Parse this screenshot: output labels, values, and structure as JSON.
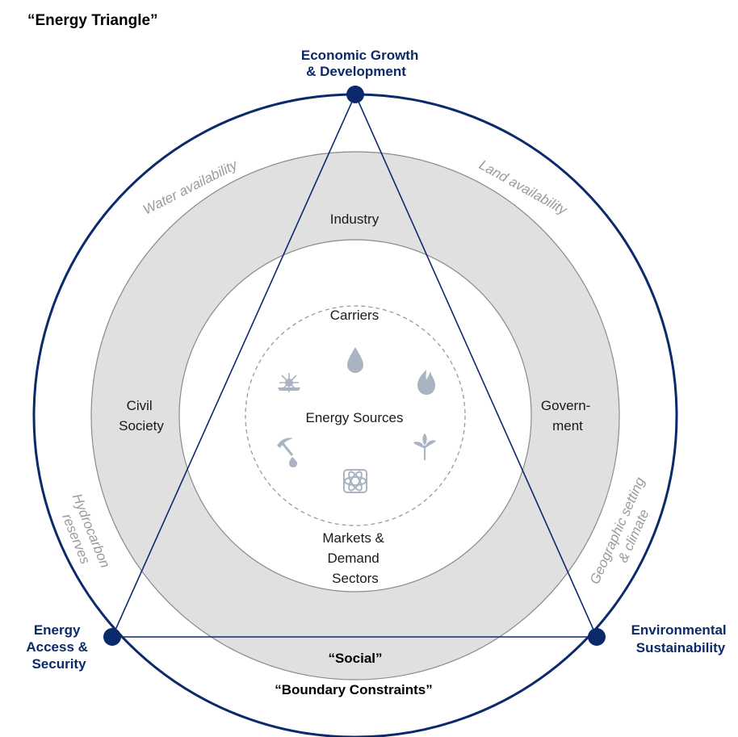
{
  "title": "“Energy Triangle”",
  "vertices": {
    "top": [
      "Economic Growth",
      "& Development"
    ],
    "left": [
      "Energy",
      "Access &",
      "Security"
    ],
    "right": [
      "Environmental",
      "Sustainability"
    ]
  },
  "ring_labels": {
    "industry": "Industry",
    "civil_society": [
      "Civil",
      "Society"
    ],
    "government": [
      "Govern-",
      "ment"
    ],
    "markets": [
      "Markets &",
      "Demand",
      "Sectors"
    ],
    "carriers": "Carriers",
    "energy_sources": "Energy Sources"
  },
  "constraints": {
    "water": "Water availability",
    "land": "Land availability",
    "hydrocarbon": [
      "Hydrocarbon",
      "reserves"
    ],
    "geographic": [
      "Geographic setting",
      "& climate"
    ]
  },
  "social": "“Social”",
  "boundary": "“Boundary Constraints”",
  "icons": [
    "oil-drop-icon",
    "flame-icon",
    "plant-icon",
    "atom-icon",
    "mining-icon",
    "sun-icon"
  ],
  "colors": {
    "navy": "#0b2a6b",
    "ring_fill": "#e0e0e0",
    "constraint_text": "#9a9a9a"
  }
}
